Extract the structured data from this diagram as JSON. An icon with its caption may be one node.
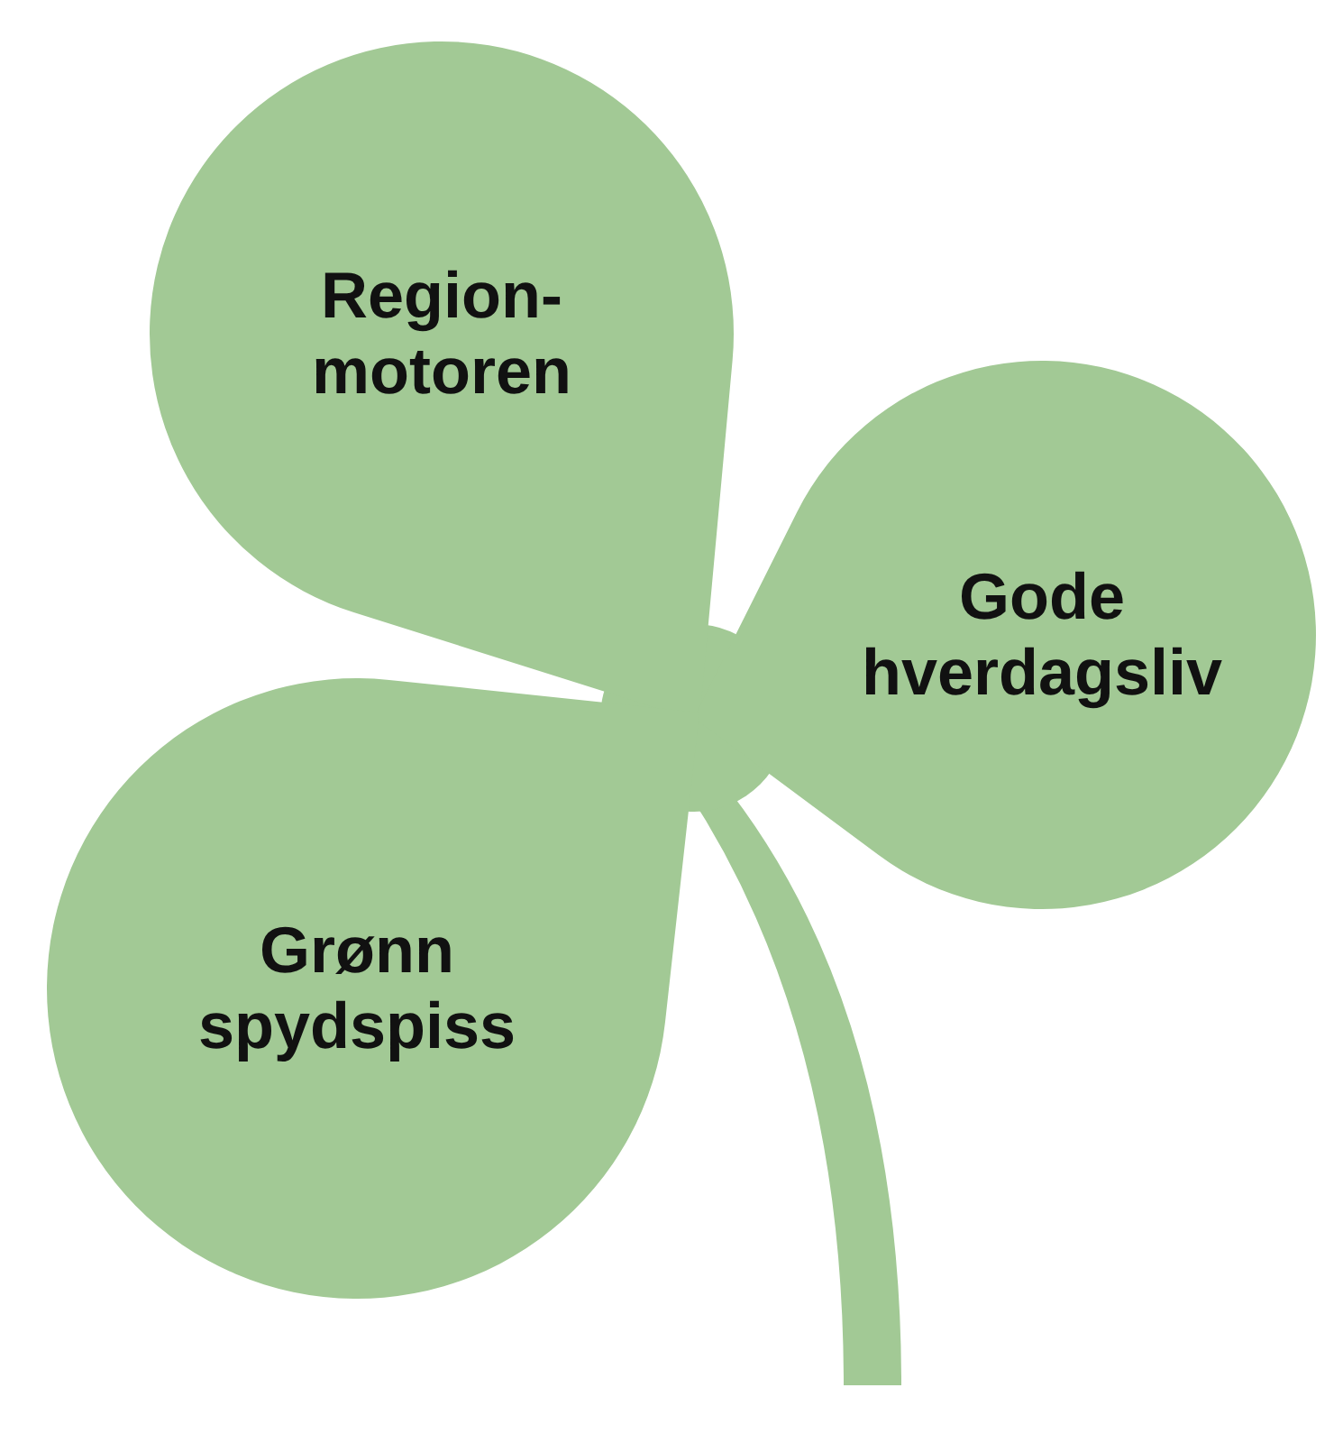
{
  "diagram": {
    "nodes": [
      {
        "text": [
          "Region- motoren"
        ]
      },
      {
        "text": [
          "Gode hverdagsliv"
        ]
      },
      {
        "text": [
          "Grønn spydspiss"
        ]
      }
    ]
  }
}
